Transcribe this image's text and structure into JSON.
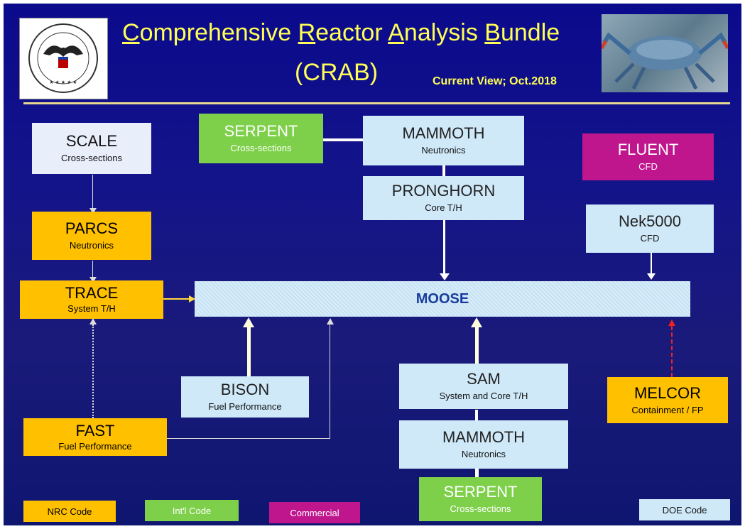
{
  "title": {
    "line1_parts": [
      {
        "first": "C",
        "rest": "omprehensive "
      },
      {
        "first": "R",
        "rest": "eactor "
      },
      {
        "first": "A",
        "rest": "nalysis "
      },
      {
        "first": "B",
        "rest": "undle"
      }
    ],
    "line2": "(CRAB)",
    "current_view": "Current View; Oct.2018"
  },
  "boxes": {
    "scale": {
      "name": "SCALE",
      "sub": "Cross-sections"
    },
    "serpent_top": {
      "name": "SERPENT",
      "sub": "Cross-sections"
    },
    "mammoth_top": {
      "name": "MAMMOTH",
      "sub": "Neutronics"
    },
    "fluent": {
      "name": "FLUENT",
      "sub": "CFD"
    },
    "pronghorn": {
      "name": "PRONGHORN",
      "sub": "Core T/H"
    },
    "parcs": {
      "name": "PARCS",
      "sub": "Neutronics"
    },
    "nek5000": {
      "name": "Nek5000",
      "sub": "CFD"
    },
    "trace": {
      "name": "TRACE",
      "sub": "System T/H"
    },
    "moose": {
      "name": "MOOSE"
    },
    "bison": {
      "name": "BISON",
      "sub": "Fuel Performance"
    },
    "sam": {
      "name": "SAM",
      "sub": "System and Core T/H"
    },
    "melcor": {
      "name": "MELCOR",
      "sub": "Containment / FP"
    },
    "fast": {
      "name": "FAST",
      "sub": "Fuel Performance"
    },
    "mammoth_bottom": {
      "name": "MAMMOTH",
      "sub": "Neutronics"
    },
    "serpent_bottom": {
      "name": "SERPENT",
      "sub": "Cross-sections"
    }
  },
  "legend": {
    "nrc": "NRC Code",
    "intl": "Int'l Code",
    "commercial": "Commercial",
    "doe": "DOE Code"
  },
  "colors": {
    "nrc": "#ffc000",
    "doe": "#cfe9f9",
    "intl": "#7ed04a",
    "commercial": "#c0168d",
    "title": "#ffff55",
    "background": "#10108a"
  },
  "icons": [
    "nrc-seal-icon",
    "blue-crab-photo"
  ]
}
